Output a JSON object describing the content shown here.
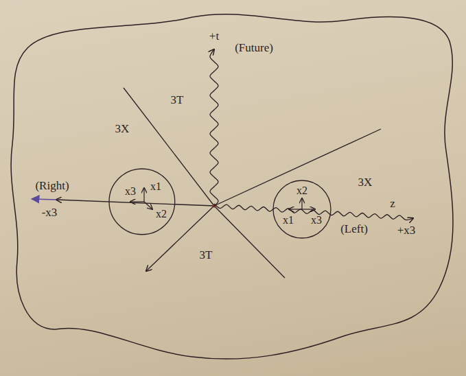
{
  "diagram": {
    "nodes": [
      {
        "text": [
          "x3",
          "x1",
          "x2"
        ]
      },
      {
        "text": [
          "x2",
          "x1",
          "x3"
        ]
      }
    ],
    "labels": [
      "+t",
      "(Future)",
      "3T",
      "3X",
      "3X",
      "(Right)",
      "-x3",
      "(Left)",
      "z",
      "+x3",
      "3T"
    ]
  }
}
